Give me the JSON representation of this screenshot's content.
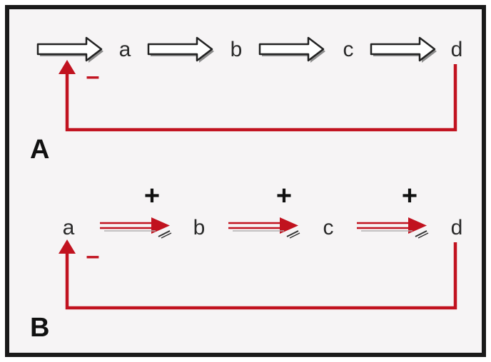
{
  "panel_a": {
    "label": "A",
    "nodes": [
      "a",
      "b",
      "c",
      "d"
    ],
    "feedback_sign": "–"
  },
  "panel_b": {
    "label": "B",
    "nodes": [
      "a",
      "b",
      "c",
      "d"
    ],
    "activation_signs": [
      "+",
      "+",
      "+"
    ],
    "feedback_sign": "–"
  },
  "colors": {
    "frame": "#1a1a1a",
    "background": "#f6f4f5",
    "feedback": "#c1121f",
    "arrow_outline": "#222222"
  }
}
